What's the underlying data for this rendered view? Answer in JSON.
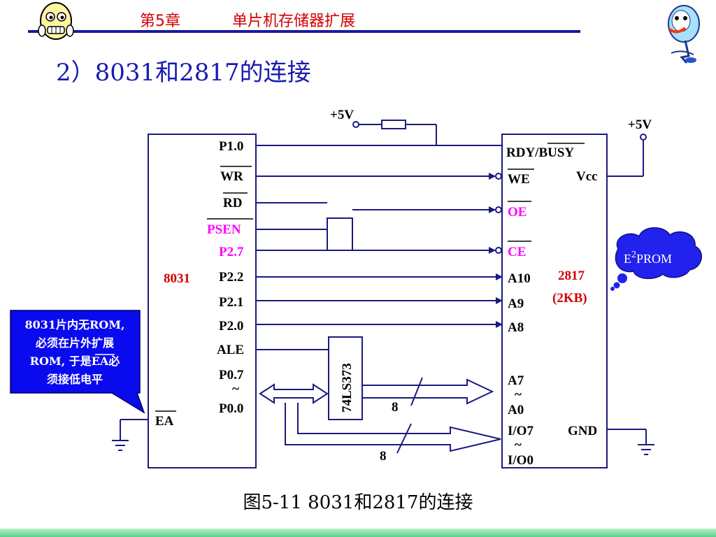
{
  "header": {
    "chapter": "第5章",
    "topic": "单片机存储器扩展"
  },
  "title": "2）8031和2817的连接",
  "caption": "图5-11 8031和2817的连接",
  "colors": {
    "line": "#1a1a80",
    "label": "#000000",
    "accent_red": "#d40000",
    "accent_magenta": "#ff00ff",
    "callout_fill": "#0a0aee",
    "cloud_fill": "#2222ee",
    "title_blue": "#1a1ab0"
  },
  "chips": {
    "mcu": {
      "name": "8031",
      "pins": [
        "P1.0",
        "WR",
        "RD",
        "PSEN",
        "P2.7",
        "P2.2",
        "P2.1",
        "P2.0",
        "ALE",
        "P0.7",
        "~",
        "P0.0",
        "EA"
      ]
    },
    "latch": {
      "name": "74LS373"
    },
    "eeprom": {
      "name": "2817",
      "size": "(2KB)",
      "pins": [
        "RDY/BUSY",
        "WE",
        "Vcc",
        "OE",
        "CE",
        "A10",
        "A9",
        "A8",
        "A7",
        "~",
        "A0",
        "I/O7",
        "GND",
        "~",
        "I/O0"
      ]
    }
  },
  "power": {
    "vcc_left": "+5V",
    "vcc_right": "+5V"
  },
  "bus_widths": {
    "address_low": "8",
    "data": "8"
  },
  "callout_text": [
    "8031片内无ROM,",
    "必须在片外扩展",
    "ROM, 于是EA必",
    "须接低电平"
  ],
  "cloud_text": {
    "prefix": "E",
    "sup": "2",
    "suffix": "PROM"
  }
}
